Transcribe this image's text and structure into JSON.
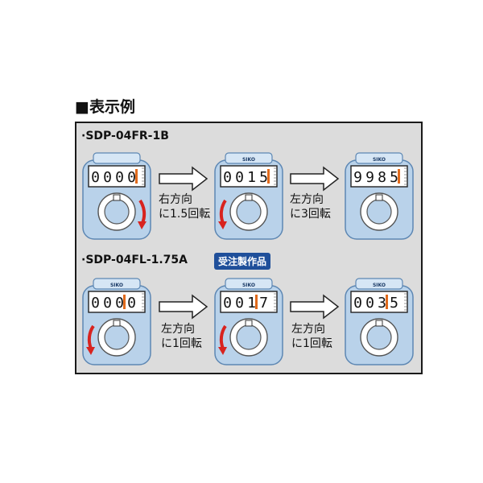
{
  "heading": "■表示例",
  "colors": {
    "device_body": "#b9d2ea",
    "device_outline": "#5d87b3",
    "highlight_digit": "#e06a1c",
    "rotation_arrow": "#d8231f",
    "badge": "#1f4f9a",
    "panel_bg": "#dcdcdc"
  },
  "rows": [
    {
      "model": "·SDP-04FR-1B",
      "badge": "",
      "devices": [
        {
          "digits": [
            "0",
            "0",
            "0",
            "0"
          ],
          "highlight": 3,
          "brand": "",
          "rotation": "cw"
        },
        {
          "digits": [
            "0",
            "0",
            "1",
            "5"
          ],
          "highlight": 3,
          "brand": "SIKO",
          "rotation": "ccw"
        },
        {
          "digits": [
            "9",
            "9",
            "8",
            "5"
          ],
          "highlight": 3,
          "brand": "SIKO",
          "rotation": "none"
        }
      ],
      "steps": [
        {
          "line1": "右方向",
          "line2": "に1.5回転"
        },
        {
          "line1": "左方向",
          "line2": "に3回転"
        }
      ]
    },
    {
      "model": "·SDP-04FL-1.75A",
      "badge": "受注製作品",
      "devices": [
        {
          "digits": [
            "0",
            "0",
            "0",
            "0"
          ],
          "highlight": 2,
          "brand": "SIKO",
          "rotation": "ccw"
        },
        {
          "digits": [
            "0",
            "0",
            "1",
            "7"
          ],
          "highlight": 2,
          "brand": "SIKO",
          "rotation": "ccw"
        },
        {
          "digits": [
            "0",
            "0",
            "3",
            "5"
          ],
          "highlight": 2,
          "brand": "SIKO",
          "rotation": "none"
        }
      ],
      "steps": [
        {
          "line1": "左方向",
          "line2": "に1回転"
        },
        {
          "line1": "左方向",
          "line2": "に1回転"
        }
      ]
    }
  ]
}
